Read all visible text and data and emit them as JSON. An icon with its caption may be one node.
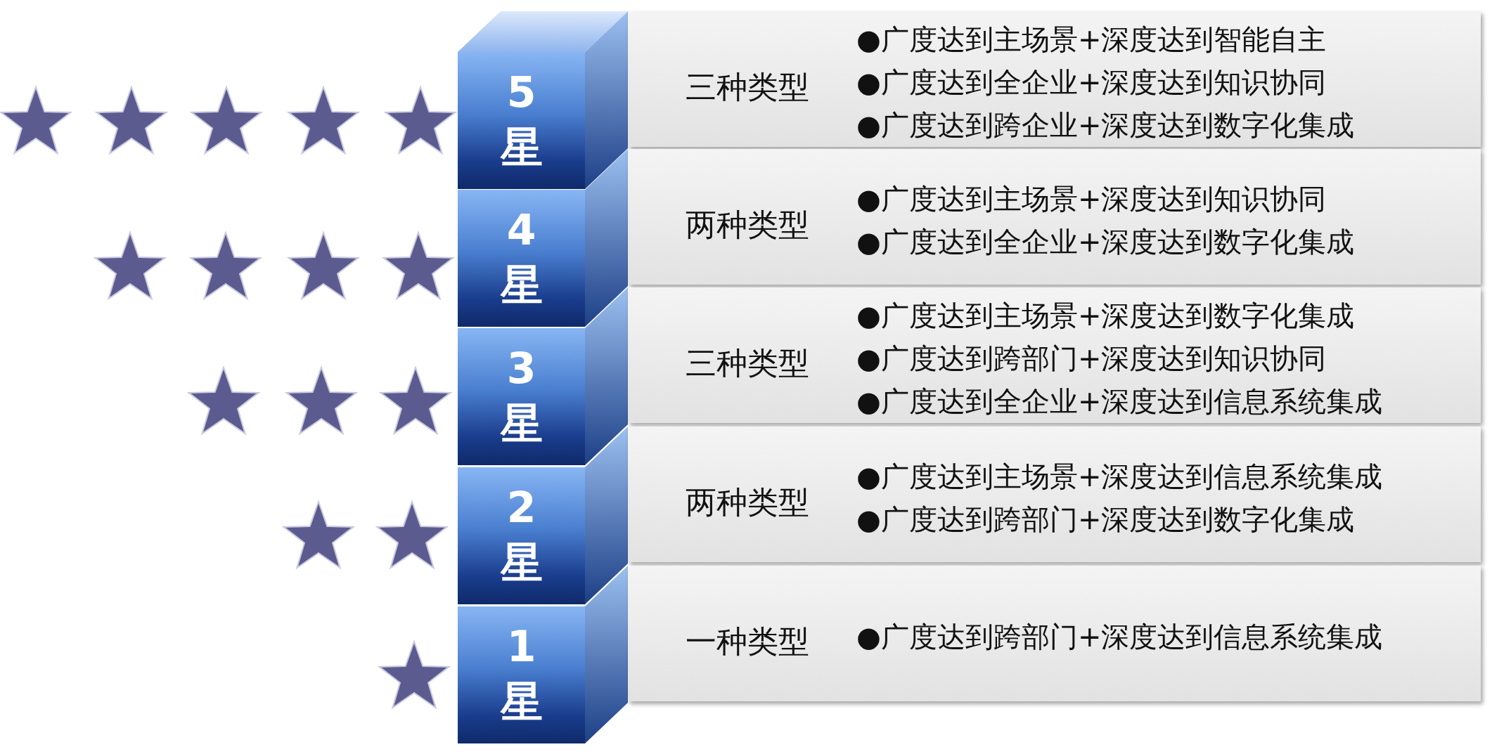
{
  "diagram": {
    "nodes": [
      {
        "text": [
          "5",
          "星"
        ]
      },
      {
        "text": [
          "三种类型",
          "●广度达到主场景+深度达到智能自主",
          "●广度达到全企业+深度达到知识协同",
          "●广度达到跨企业+深度达到数字化集成"
        ]
      },
      {
        "text": [
          "4",
          "星"
        ]
      },
      {
        "text": [
          "两种类型",
          "●广度达到主场景+深度达到知识协同",
          "●广度达到全企业+深度达到数字化集成"
        ]
      },
      {
        "text": [
          "3",
          "星"
        ]
      },
      {
        "text": [
          "三种类型",
          "●广度达到主场景+深度达到数字化集成",
          "●广度达到跨部门+深度达到知识协同",
          "●广度达到全企业+深度达到信息系统集成"
        ]
      },
      {
        "text": [
          "2",
          "星"
        ]
      },
      {
        "text": [
          "两种类型",
          "●广度达到主场景+深度达到信息系统集成",
          "●广度达到跨部门+深度达到数字化集成"
        ]
      },
      {
        "text": [
          "1",
          "星"
        ]
      },
      {
        "text": [
          "一种类型",
          "●广度达到跨部门+深度达到信息系统集成"
        ]
      }
    ]
  }
}
